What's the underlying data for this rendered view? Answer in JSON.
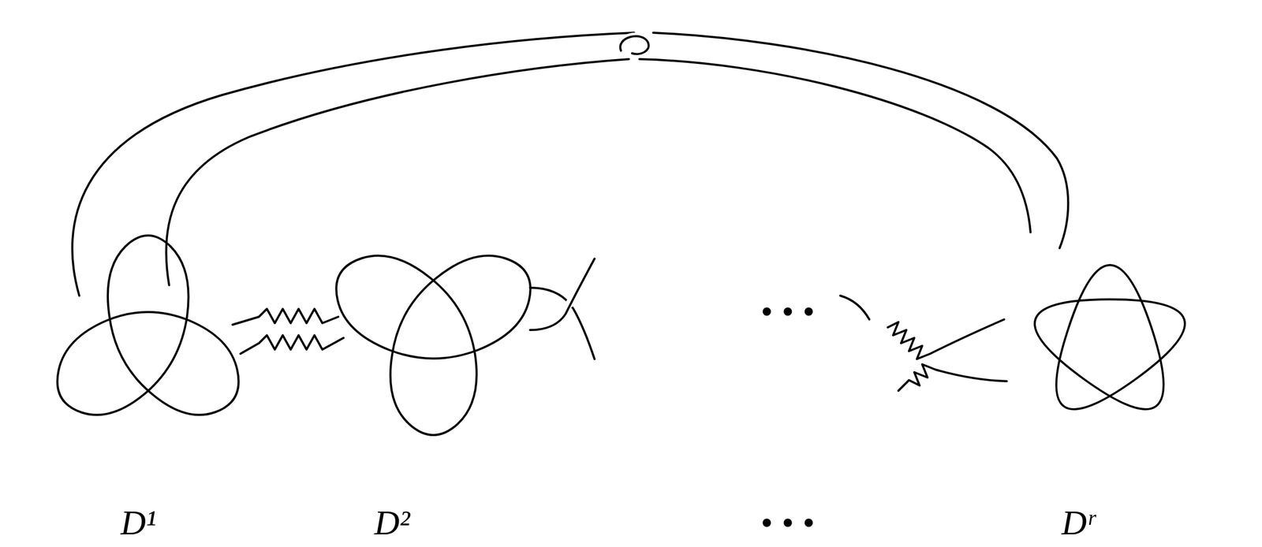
{
  "diagram": {
    "labels": [
      "• • •",
      "D¹",
      "D²",
      "• • •",
      "Dʳ"
    ]
  }
}
